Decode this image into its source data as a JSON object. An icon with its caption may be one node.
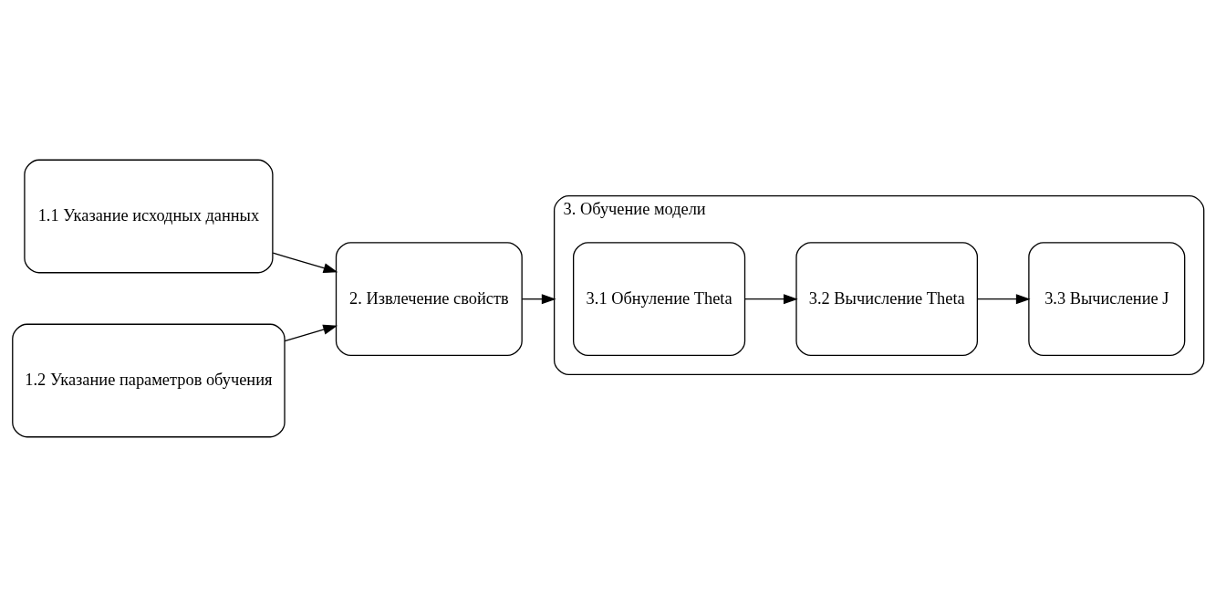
{
  "diagram": {
    "nodes": [
      {
        "text": [
          "1.1 Указание исходных данных"
        ]
      },
      {
        "text": [
          "1.2 Указание параметров обучения"
        ]
      },
      {
        "text": [
          "2. Извлечение свойств"
        ]
      },
      {
        "text": [
          "3. Обучение модели"
        ]
      },
      {
        "text": [
          "3.1 Обнуление Theta"
        ],
        "in": 3
      },
      {
        "text": [
          "3.2 Вычисление Theta"
        ],
        "in": 3
      },
      {
        "text": [
          "3.3 Вычисление J"
        ],
        "in": 3
      }
    ],
    "edges": [
      {
        "from": 0,
        "to": 2,
        "arrow": "to"
      },
      {
        "from": 1,
        "to": 2,
        "arrow": "to"
      },
      {
        "from": 2,
        "to": 3,
        "arrow": "to"
      },
      {
        "from": 4,
        "to": 5,
        "arrow": "to"
      },
      {
        "from": 5,
        "to": 6,
        "arrow": "to"
      }
    ]
  }
}
